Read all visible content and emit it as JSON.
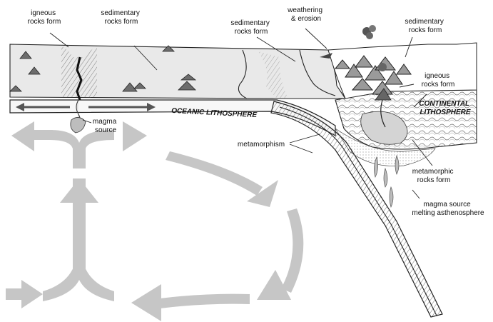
{
  "colors": {
    "background": "#ffffff",
    "sediment_fill": "#e9e9e9",
    "lithosphere_fill": "#f7f7f7",
    "convection_arrow": "#c6c6c6",
    "ink": "#111111"
  },
  "labels": {
    "igneous_ridge": [
      "igneous",
      "rocks form"
    ],
    "sedimentary_left": [
      "sedimentary",
      "rocks form"
    ],
    "sedimentary_mid": [
      "sedimentary",
      "rocks form"
    ],
    "weathering": [
      "weathering",
      "& erosion"
    ],
    "sedimentary_right": [
      "sedimentary",
      "rocks form"
    ],
    "igneous_arc": [
      "igneous",
      "rocks form"
    ],
    "continental_lithosphere": [
      "CONTINENTAL",
      "LITHOSPHERE"
    ],
    "oceanic_lithosphere": "OCEANIC LITHOSPHERE",
    "magma_source_ridge": [
      "magma",
      "source"
    ],
    "metamorphism": "metamorphism",
    "metamorphic_rocks": [
      "metamorphic",
      "rocks form"
    ],
    "magma_source_melting": [
      "magma source",
      "melting asthenosphere"
    ]
  },
  "icons": {
    "convection_arrows": "mantle-convection-arrows",
    "ridge": "mid-ocean-ridge-icon",
    "volcanoes": "volcano-icon"
  }
}
